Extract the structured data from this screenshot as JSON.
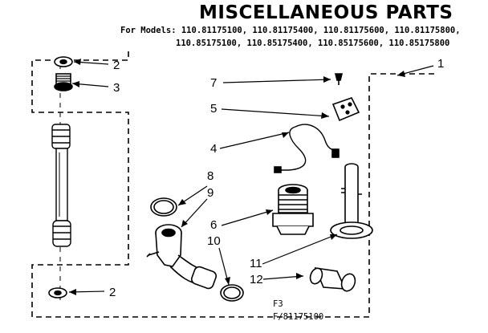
{
  "title": "MISCELLANEOUS PARTS",
  "models_line1": "For Models: 110.81175100, 110.81175400, 110.81175600, 110.81175800,",
  "models_line2": "110.85175100, 110.85175400, 110.85175600, 110.85175800",
  "callouts": {
    "c1": "1",
    "c2a": "2",
    "c3": "3",
    "c7": "7",
    "c5": "5",
    "c4": "4",
    "c8": "8",
    "c9": "9",
    "c6": "6",
    "c10": "10",
    "c11": "11",
    "c12": "12",
    "c2b": "2"
  },
  "figure_code": "F3",
  "figure_id": "F/81175100"
}
